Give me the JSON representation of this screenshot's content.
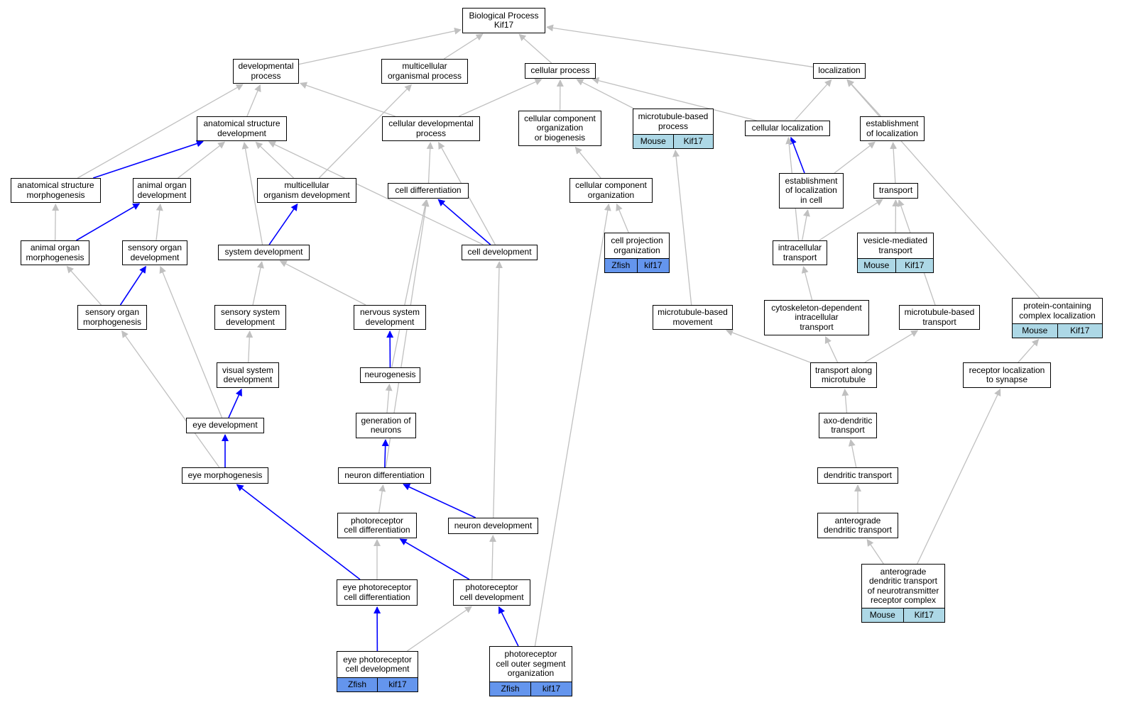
{
  "nodes": {
    "bp": {
      "label": "Biological Process\nKif17"
    },
    "dev": {
      "label": "developmental\nprocess"
    },
    "mop": {
      "label": "multicellular\norganismal process"
    },
    "cp": {
      "label": "cellular process"
    },
    "loc": {
      "label": "localization"
    },
    "asd": {
      "label": "anatomical structure\ndevelopment"
    },
    "cdp": {
      "label": "cellular developmental\nprocess"
    },
    "ccob": {
      "label": "cellular component\norganization\nor biogenesis"
    },
    "mbp": {
      "label": "microtubule-based\nprocess",
      "species": "Mouse",
      "gene": "Kif17"
    },
    "cloc": {
      "label": "cellular localization"
    },
    "eloc": {
      "label": "establishment\nof localization"
    },
    "asm": {
      "label": "anatomical structure\nmorphogenesis"
    },
    "aod": {
      "label": "animal organ\ndevelopment"
    },
    "mod": {
      "label": "multicellular\norganism development"
    },
    "cdiff": {
      "label": "cell differentiation"
    },
    "cco": {
      "label": "cellular component\norganization"
    },
    "eloccell": {
      "label": "establishment\nof localization\nin cell"
    },
    "trans": {
      "label": "transport"
    },
    "aom": {
      "label": "animal organ\nmorphogenesis"
    },
    "sod": {
      "label": "sensory organ\ndevelopment"
    },
    "sysdev": {
      "label": "system development"
    },
    "celldev": {
      "label": "cell development"
    },
    "cpo": {
      "label": "cell projection\norganization",
      "species": "Zfish",
      "gene": "kif17"
    },
    "ict": {
      "label": "intracellular\ntransport"
    },
    "vmt": {
      "label": "vesicle-mediated\ntransport",
      "species": "Mouse",
      "gene": "Kif17"
    },
    "som": {
      "label": "sensory organ\nmorphogenesis"
    },
    "ssd": {
      "label": "sensory system\ndevelopment"
    },
    "nsd": {
      "label": "nervous system\ndevelopment"
    },
    "mbm": {
      "label": "microtubule-based\nmovement"
    },
    "cdit": {
      "label": "cytoskeleton-dependent\nintracellular\ntransport"
    },
    "mbt": {
      "label": "microtubule-based\ntransport"
    },
    "pcl": {
      "label": "protein-containing\ncomplex localization",
      "species": "Mouse",
      "gene": "Kif17"
    },
    "vsd": {
      "label": "visual system\ndevelopment"
    },
    "neurog": {
      "label": "neurogenesis"
    },
    "tam": {
      "label": "transport along\nmicrotubule"
    },
    "rls": {
      "label": "receptor localization\nto synapse"
    },
    "eyedev": {
      "label": "eye development"
    },
    "gon": {
      "label": "generation of\nneurons"
    },
    "adt": {
      "label": "axo-dendritic\ntransport"
    },
    "eyemorph": {
      "label": "eye morphogenesis"
    },
    "ndiff": {
      "label": "neuron differentiation"
    },
    "dt": {
      "label": "dendritic transport"
    },
    "pcd": {
      "label": "photoreceptor\ncell differentiation"
    },
    "ndev": {
      "label": "neuron development"
    },
    "adtr": {
      "label": "anterograde\ndendritic transport"
    },
    "epcd": {
      "label": "eye photoreceptor\ncell differentiation"
    },
    "pcdev": {
      "label": "photoreceptor\ncell development"
    },
    "adtn": {
      "label": "anterograde\ndendritic transport\nof neurotransmitter\nreceptor complex",
      "species": "Mouse",
      "gene": "Kif17"
    },
    "epcdev": {
      "label": "eye photoreceptor\ncell development",
      "species": "Zfish",
      "gene": "kif17"
    },
    "pcoso": {
      "label": "photoreceptor\ncell outer segment\norganization",
      "species": "Zfish",
      "gene": "kif17"
    }
  },
  "colors": {
    "is_a_edge": "#c0c0c0",
    "part_of_edge": "#0000ff",
    "mouse_fill": "#add8e6",
    "zfish_fill": "#6495ed"
  }
}
